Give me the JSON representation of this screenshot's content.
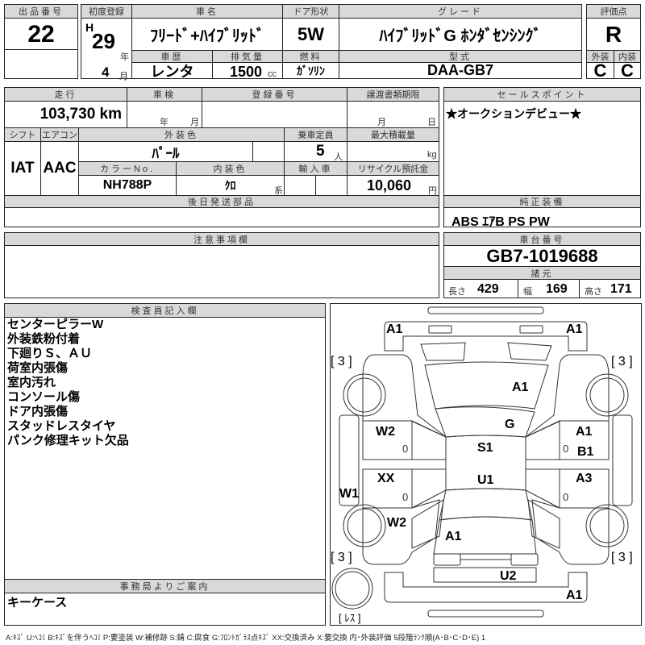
{
  "lot": {
    "label": "出品番号",
    "value": "22"
  },
  "first_reg": {
    "label": "初度登録",
    "era": "H",
    "year": "29",
    "year_unit": "年",
    "month": "4",
    "month_unit": "月"
  },
  "car_name": {
    "label": "車名",
    "value": "ﾌﾘｰﾄﾞ+ﾊｲﾌﾞﾘｯﾄﾞ"
  },
  "door": {
    "label": "ドア形状",
    "value": "5W"
  },
  "grade": {
    "label": "グレード",
    "value": "ﾊｲﾌﾞﾘｯﾄﾞG ﾎﾝﾀﾞｾﾝｼﾝｸﾞ"
  },
  "history": {
    "label": "車歴",
    "value": "レンタ"
  },
  "displacement": {
    "label": "排気量",
    "value": "1500",
    "unit": "cc"
  },
  "fuel": {
    "label": "燃料",
    "value": "ｶﾞｿﾘﾝ"
  },
  "model": {
    "label": "型式",
    "value": "DAA-GB7"
  },
  "score": {
    "label": "評価点",
    "value": "R",
    "ext_label": "外装",
    "int_label": "内装",
    "ext": "C",
    "int": "C"
  },
  "mileage": {
    "label": "走行",
    "value": "103,730 km"
  },
  "inspection": {
    "label": "車検",
    "year_unit": "年",
    "month_unit": "月"
  },
  "registration": {
    "label": "登録番号"
  },
  "transfer": {
    "label": "譲渡書類期限",
    "month_unit": "月",
    "day_unit": "日"
  },
  "shift": {
    "label": "シフト",
    "value": "IAT"
  },
  "aircon": {
    "label": "エアコン",
    "value": "AAC"
  },
  "ext_color": {
    "label": "外装色",
    "value": "ﾊﾟｰﾙ"
  },
  "capacity": {
    "label": "乗車定員",
    "value": "5",
    "unit": "人"
  },
  "max_load": {
    "label": "最大積載量",
    "unit": "kg"
  },
  "color_no": {
    "label": "カラーNo.",
    "value": "NH788P"
  },
  "int_color": {
    "label": "内装色",
    "value": "ｸﾛ",
    "suffix": "系"
  },
  "import": {
    "label": "輸入車"
  },
  "recycle": {
    "label": "リサイクル預託金",
    "value": "10,060",
    "unit": "円"
  },
  "later_parts": {
    "label": "後日発送部品"
  },
  "sales_point": {
    "label": "セールスポイント",
    "value": "★オークションデビュー★"
  },
  "equipment": {
    "label": "純正装備",
    "value": "ABS ｴｱB PS PW"
  },
  "caution": {
    "label": "注意事項欄"
  },
  "chassis": {
    "label": "車台番号",
    "value": "GB7-1019688"
  },
  "specs": {
    "label": "諸元",
    "length_label": "長さ",
    "length": "429",
    "width_label": "幅",
    "width": "169",
    "height_label": "高さ",
    "height": "171"
  },
  "inspector": {
    "label": "検査員記入欄",
    "notes": [
      "センターピラーW",
      "外装鉄粉付着",
      "下廻りＳ、ＡＵ",
      "荷室内張傷",
      "室内汚れ",
      "コンソール傷",
      "ドア内張傷",
      "スタッドレスタイヤ",
      "パンク修理キット欠品"
    ]
  },
  "office": {
    "label": "事務局よりご案内",
    "value": "キーケース"
  },
  "diagram": {
    "marks": [
      "A1",
      "A1",
      "[ 3 ]",
      "[ 3 ]",
      "A1",
      "G",
      "W2",
      "0",
      "A1",
      "0",
      "B1",
      "S1",
      "XX",
      "U1",
      "A3",
      "W1",
      "0",
      "0",
      "W2",
      "A1",
      "[ 3 ]",
      "[ 3 ]",
      "U2",
      "A1",
      "[ ﾚｽ ]"
    ]
  },
  "legend": "A:ｷｽﾞ U:ﾍｺﾐ B:ｷｽﾞを伴うﾍｺﾐ P:要塗装 W:補修跡 S:錆 C:腐食 G:ﾌﾛﾝﾄｶﾞﾗｽ点ｷｽﾞ XX:交換済み X:要交換  内･外装評価  5段階ﾗﾝｸ順(A･B･C･D･E) 1"
}
